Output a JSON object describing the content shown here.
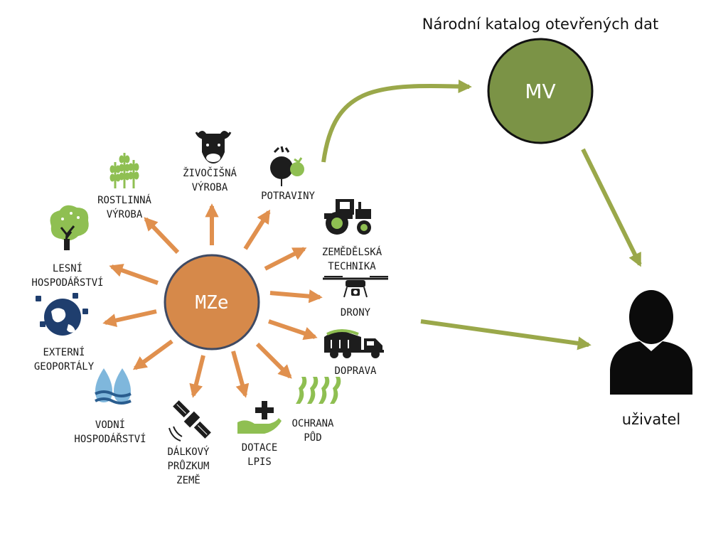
{
  "diagram": {
    "catalog_title": "Národní katalog otevřených dat",
    "mv_label": "MV",
    "mze_label": "MZe",
    "user_label": "uživatel",
    "colors": {
      "mze": "#d6894a",
      "mv": "#7b9346",
      "arrow_orange": "#e0904e",
      "arrow_green": "#9aa84a",
      "icon_green": "#8fbf52",
      "icon_dark": "#1d1d1d"
    },
    "categories": [
      {
        "id": "rostlinna",
        "label": "ROSTLINNÁ\nVÝROBA",
        "icon": "wheat-icon"
      },
      {
        "id": "zivocisna",
        "label": "ŽIVOČIŠNÁ\nVÝROBA",
        "icon": "cow-icon"
      },
      {
        "id": "potraviny",
        "label": "POTRAVINY",
        "icon": "beet-icon"
      },
      {
        "id": "zemedelska",
        "label": "ZEMĚDĚLSKÁ\nTECHNIKA",
        "icon": "tractor-icon"
      },
      {
        "id": "drony",
        "label": "DRONY",
        "icon": "drone-icon"
      },
      {
        "id": "doprava",
        "label": "DOPRAVA",
        "icon": "truck-icon"
      },
      {
        "id": "ochrana",
        "label": "OCHRANA\nPŮD",
        "icon": "soil-icon"
      },
      {
        "id": "dotace",
        "label": "DOTACE\nLPIS",
        "icon": "hand-plus-icon"
      },
      {
        "id": "dalkovy",
        "label": "DÁLKOVÝ\nPRŮZKUM\nZEMĚ",
        "icon": "satellite-icon"
      },
      {
        "id": "vodni",
        "label": "VODNÍ\nHOSPODÁŘSTVÍ",
        "icon": "water-drops-icon"
      },
      {
        "id": "externi",
        "label": "EXTERNÍ\nGEOPORTÁLY",
        "icon": "globe-icon"
      },
      {
        "id": "lesni",
        "label": "LESNÍ\nHOSPODÁŘSTVÍ",
        "icon": "tree-icon"
      }
    ]
  }
}
